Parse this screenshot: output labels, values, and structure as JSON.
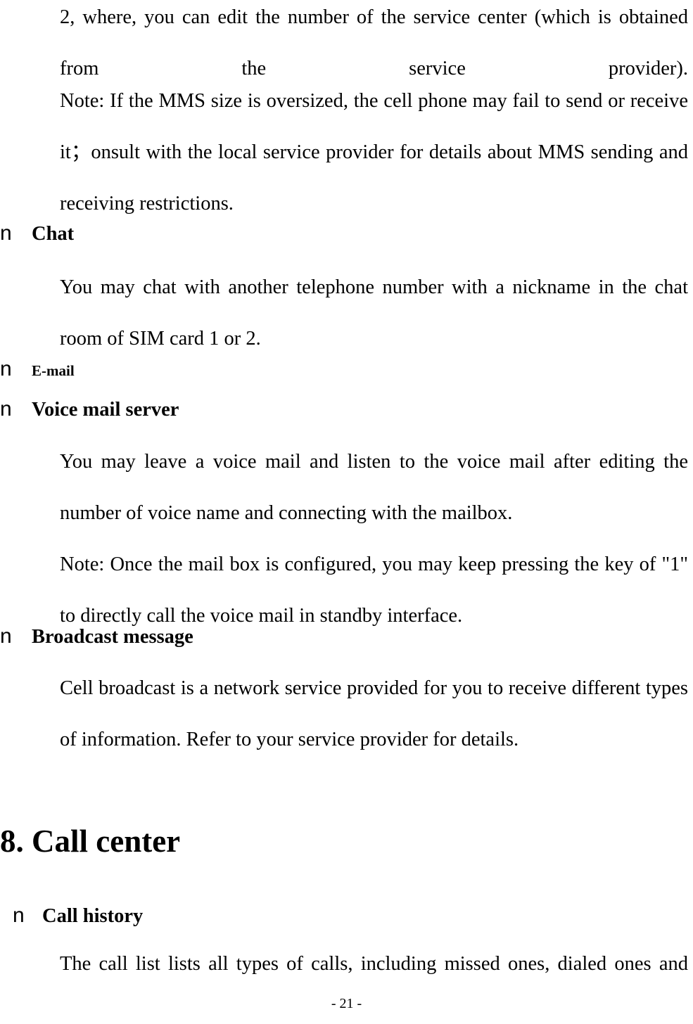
{
  "document": {
    "page_number_label": "- 21 -",
    "bullet_glyph": "n"
  },
  "blocks": {
    "intro_paragraph": "2, where, you can edit the number of the service center (which is obtained from the service provider).",
    "mms_note": "Note: If the MMS size is oversized, the cell phone may fail to send or receive it；onsult with the local service provider for details about MMS sending and receiving restrictions.",
    "chat_heading": "Chat",
    "chat_body": "You may chat with another telephone number with a nickname in the chat room of SIM card 1 or 2.",
    "email_heading": "E-mail",
    "voice_mail_heading": "Voice mail server",
    "voice_mail_body": "You may leave a voice mail and listen to the voice mail after editing the number of voice name and connecting with the mailbox.",
    "voice_mail_note": "Note: Once the mail box is configured, you may keep pressing the key of \"1\" to directly call the voice mail in standby interface.",
    "broadcast_heading": "Broadcast message",
    "broadcast_body": "Cell broadcast is a network service provided for you to receive different types of information. Refer to your service provider for details.",
    "call_center_heading": "8. Call center",
    "call_history_heading": "Call history",
    "call_history_body": "The call list lists all types of calls, including missed ones, dialed ones and"
  }
}
